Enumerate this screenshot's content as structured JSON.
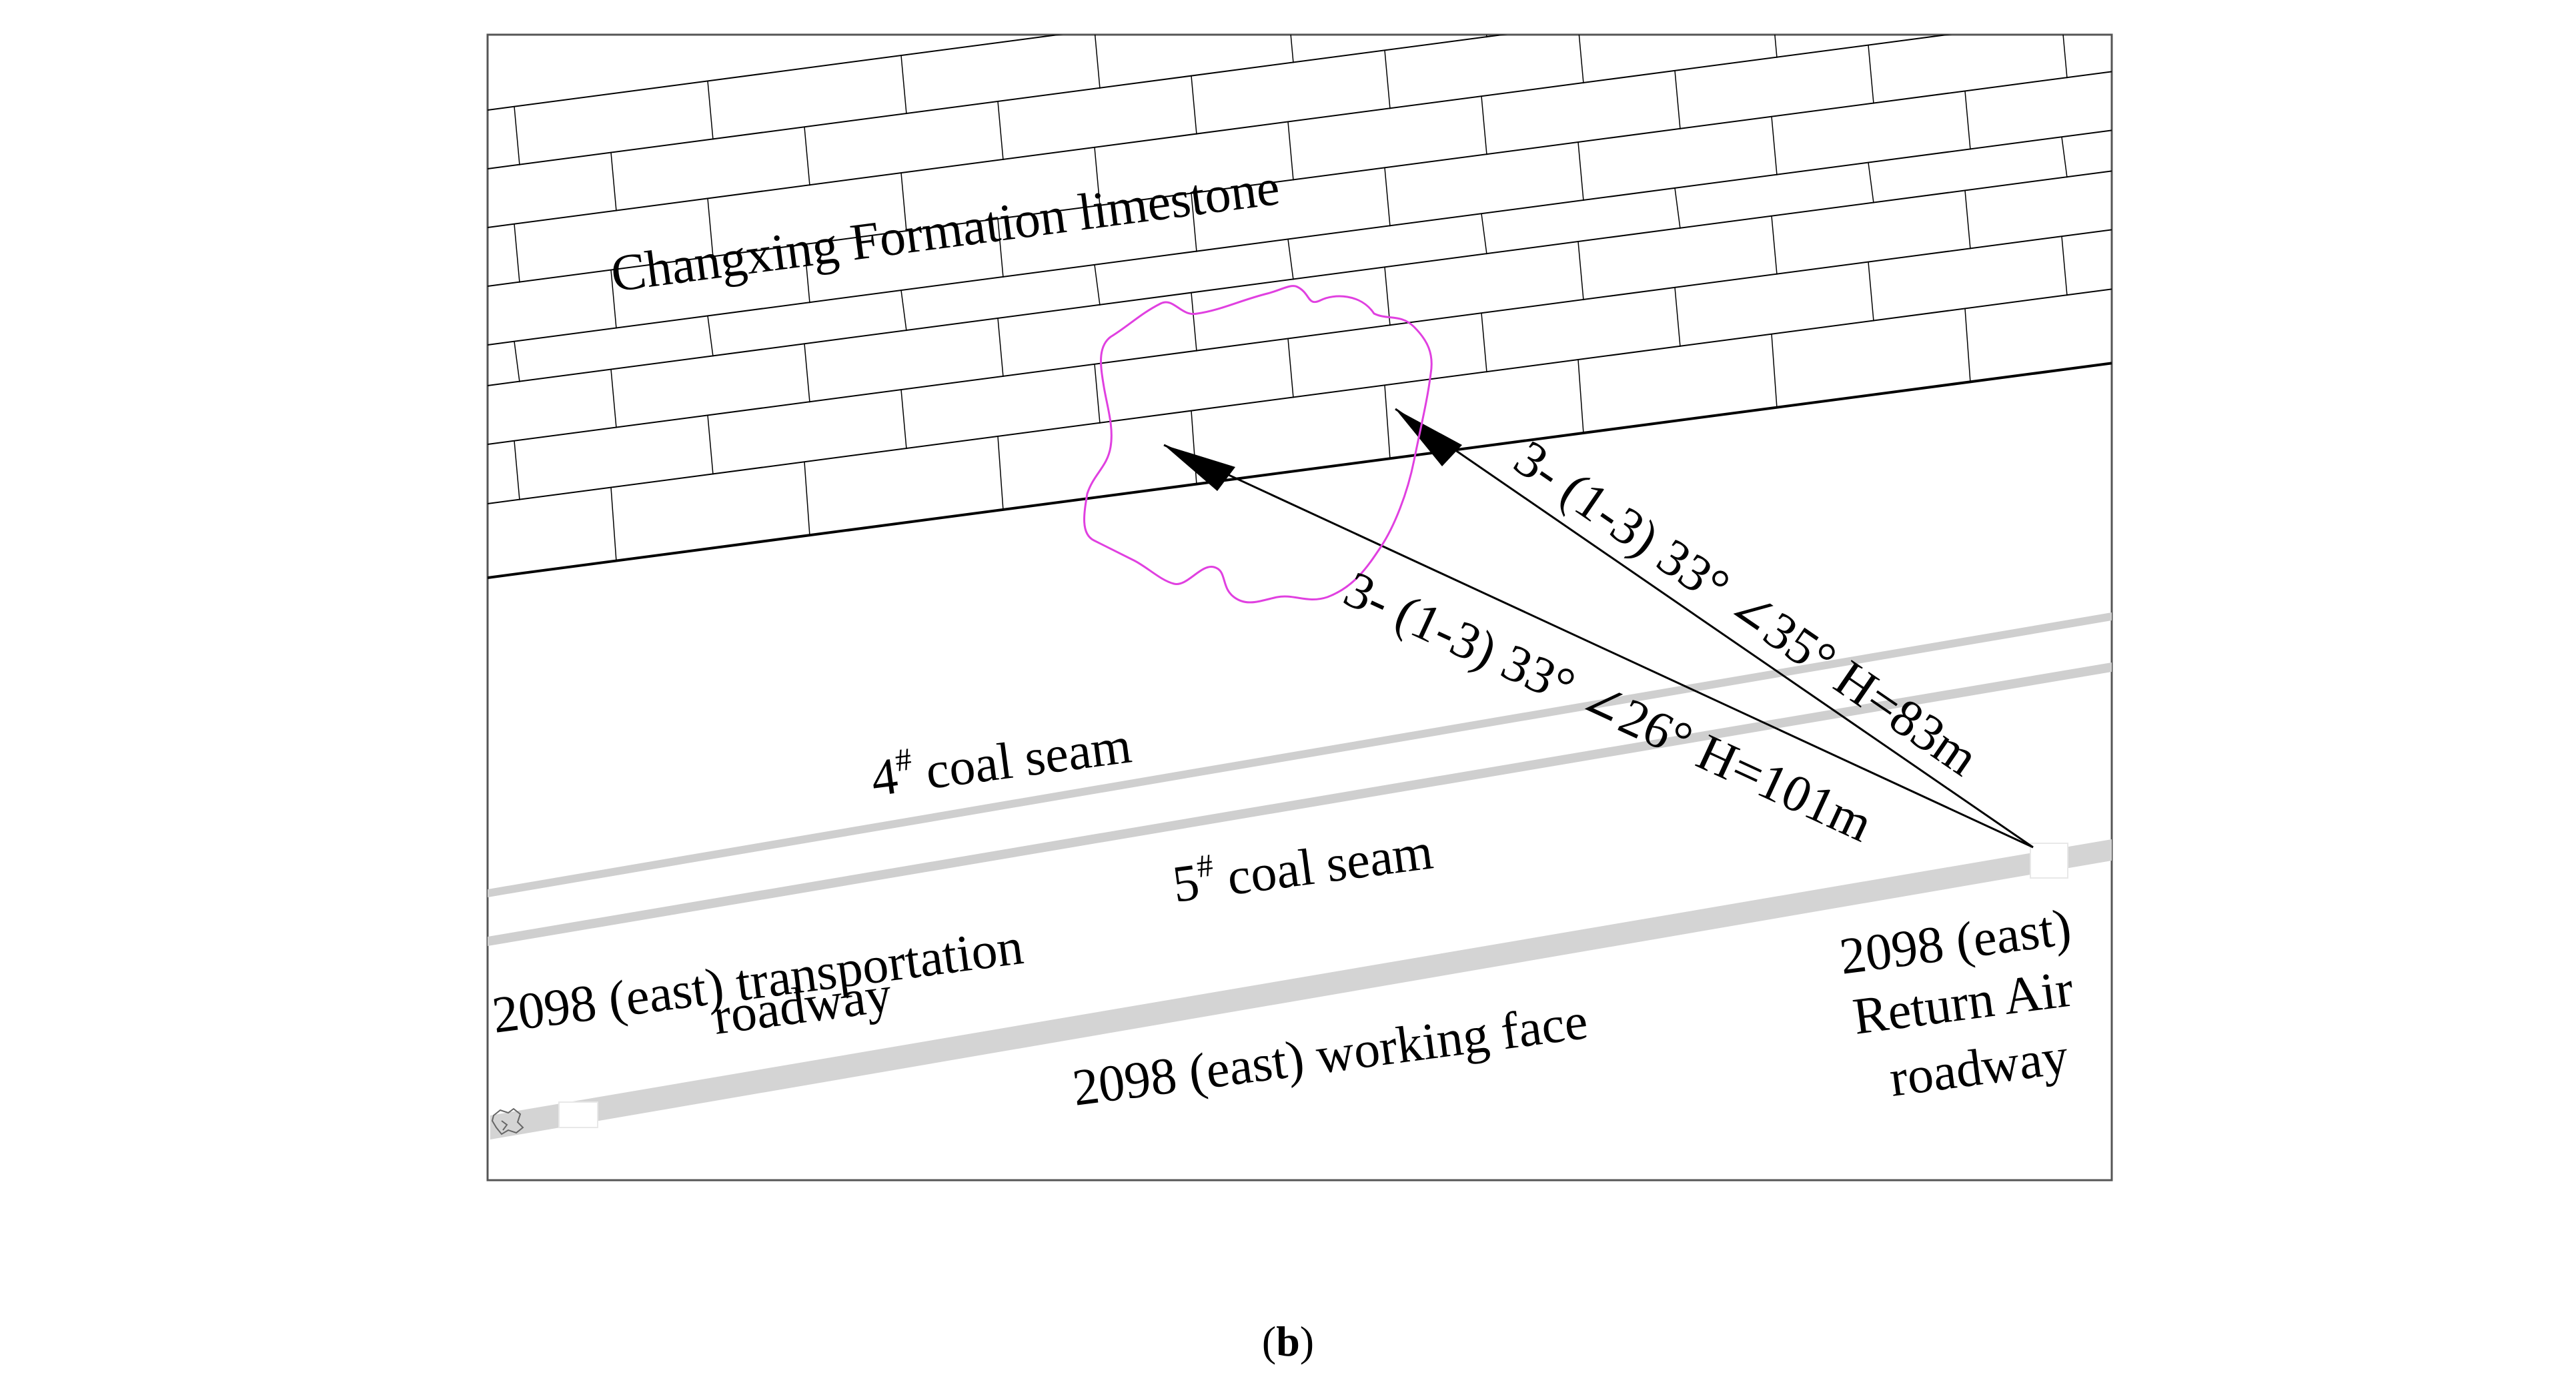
{
  "labels": {
    "limestone": "Changxing Formation limestone",
    "seam4_prefix": "4",
    "seam4_suffix": " coal seam",
    "seam5_prefix": "5",
    "seam5_suffix": " coal seam",
    "seam_sup": "#",
    "transport_line1": "2098 (east) transportation",
    "transport_line2": "roadway",
    "working_face": "2098 (east) working face",
    "return_line1": "2098 (east)",
    "return_line2": "Return Air",
    "return_line3": "roadway",
    "borehole_a": "3- (1-3)  33° ∠26° H=101m",
    "borehole_b": "3- (1-3)  33° ∠35° H=83m"
  },
  "caption": {
    "open": "(",
    "letter": "b",
    "close": ")"
  },
  "colors": {
    "ink": "#000000",
    "seam_gray": "#cfcfcf",
    "roadway_gray": "#d4d4d4",
    "anomaly_magenta": "#e040e0",
    "frame": "#555555"
  }
}
